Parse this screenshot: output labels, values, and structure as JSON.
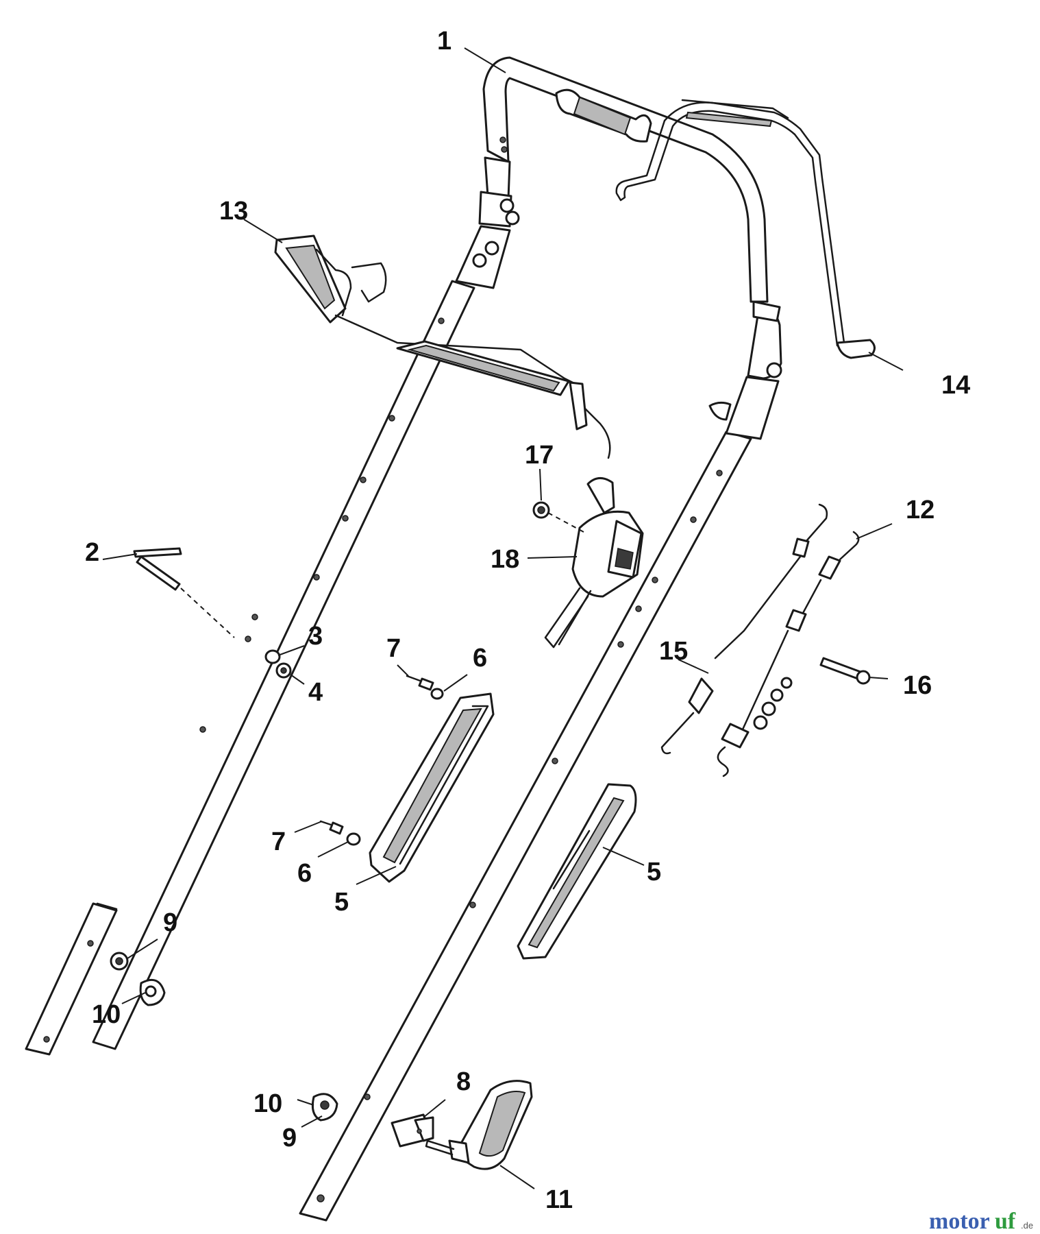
{
  "callouts": {
    "c1": "1",
    "c2": "2",
    "c3": "3",
    "c4": "4",
    "c5a": "5",
    "c5b": "5",
    "c6a": "6",
    "c6b": "6",
    "c7a": "7",
    "c7b": "7",
    "c8": "8",
    "c9a": "9",
    "c9b": "9",
    "c10a": "10",
    "c10b": "10",
    "c11": "11",
    "c12": "12",
    "c13": "13",
    "c14": "14",
    "c15": "15",
    "c16": "16",
    "c17": "17",
    "c18": "18"
  },
  "watermark": {
    "brand_part1": "motor",
    "brand_part2": "uf",
    "brand_letter_r": "r",
    "suffix": ".de",
    "colors": {
      "moto": "#3a5fb0",
      "r": "#d7262a",
      "uf": "#2e9b3e"
    }
  }
}
